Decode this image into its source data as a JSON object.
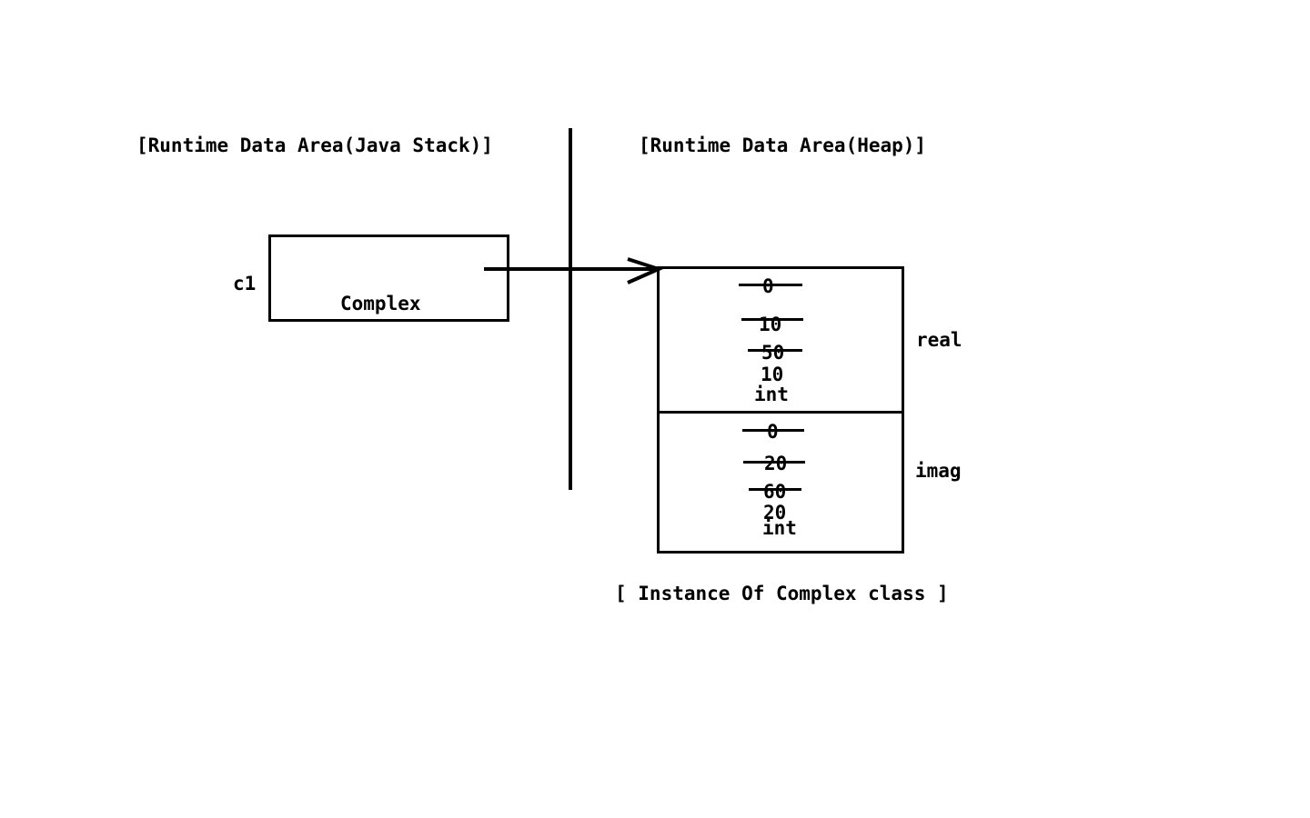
{
  "stack": {
    "title": "[Runtime Data Area(Java Stack)]",
    "variable_name": "c1",
    "type_label": "Complex"
  },
  "heap": {
    "title": "[Runtime Data Area(Heap)]",
    "caption": "[ Instance Of Complex class ]",
    "fields": {
      "real": {
        "name": "real",
        "struck_values": [
          "0",
          "10",
          "50"
        ],
        "current_value": "10",
        "type": "int"
      },
      "imag": {
        "name": "imag",
        "struck_values": [
          "0",
          "20",
          "60"
        ],
        "current_value": "20",
        "type": "int"
      }
    }
  }
}
